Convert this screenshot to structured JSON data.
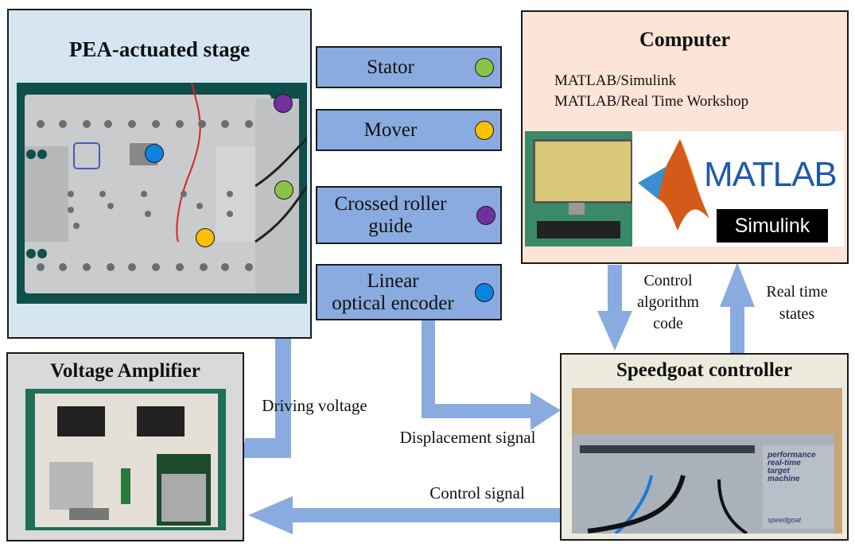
{
  "colors": {
    "arrow": "#8aabe0",
    "stage_bg": "#d5e6f2",
    "computer_bg": "#fce4d6",
    "controller_bg": "#ecebdd",
    "amplifier_bg": "#d9d9d9",
    "stator": "#8bc34a",
    "mover": "#ffc000",
    "guide": "#7030a0",
    "encoder": "#0a84e0"
  },
  "stage": {
    "title": "PEA-actuated stage"
  },
  "parts": [
    {
      "label": "Stator",
      "color_key": "stator"
    },
    {
      "label": "Mover",
      "color_key": "mover"
    },
    {
      "label": "Crossed roller\nguide",
      "color_key": "guide"
    },
    {
      "label": "Linear\noptical encoder",
      "color_key": "encoder"
    }
  ],
  "computer": {
    "title": "Computer",
    "software": [
      "MATLAB/Simulink",
      "MATLAB/Real Time Workshop"
    ],
    "logo_text": "MATLAB",
    "badge_text": "Simulink"
  },
  "controller": {
    "title": "Speedgoat controller",
    "panel_text": [
      "performance",
      "real-time",
      "target",
      "machine"
    ],
    "brand": "speedgoat"
  },
  "amplifier": {
    "title": "Voltage Amplifier"
  },
  "arrows": {
    "control_code": "Control\nalgorithm\ncode",
    "real_time": "Real time\nstates",
    "driving_voltage": "Driving voltage",
    "displacement": "Displacement signal",
    "control_signal": "Control signal"
  }
}
